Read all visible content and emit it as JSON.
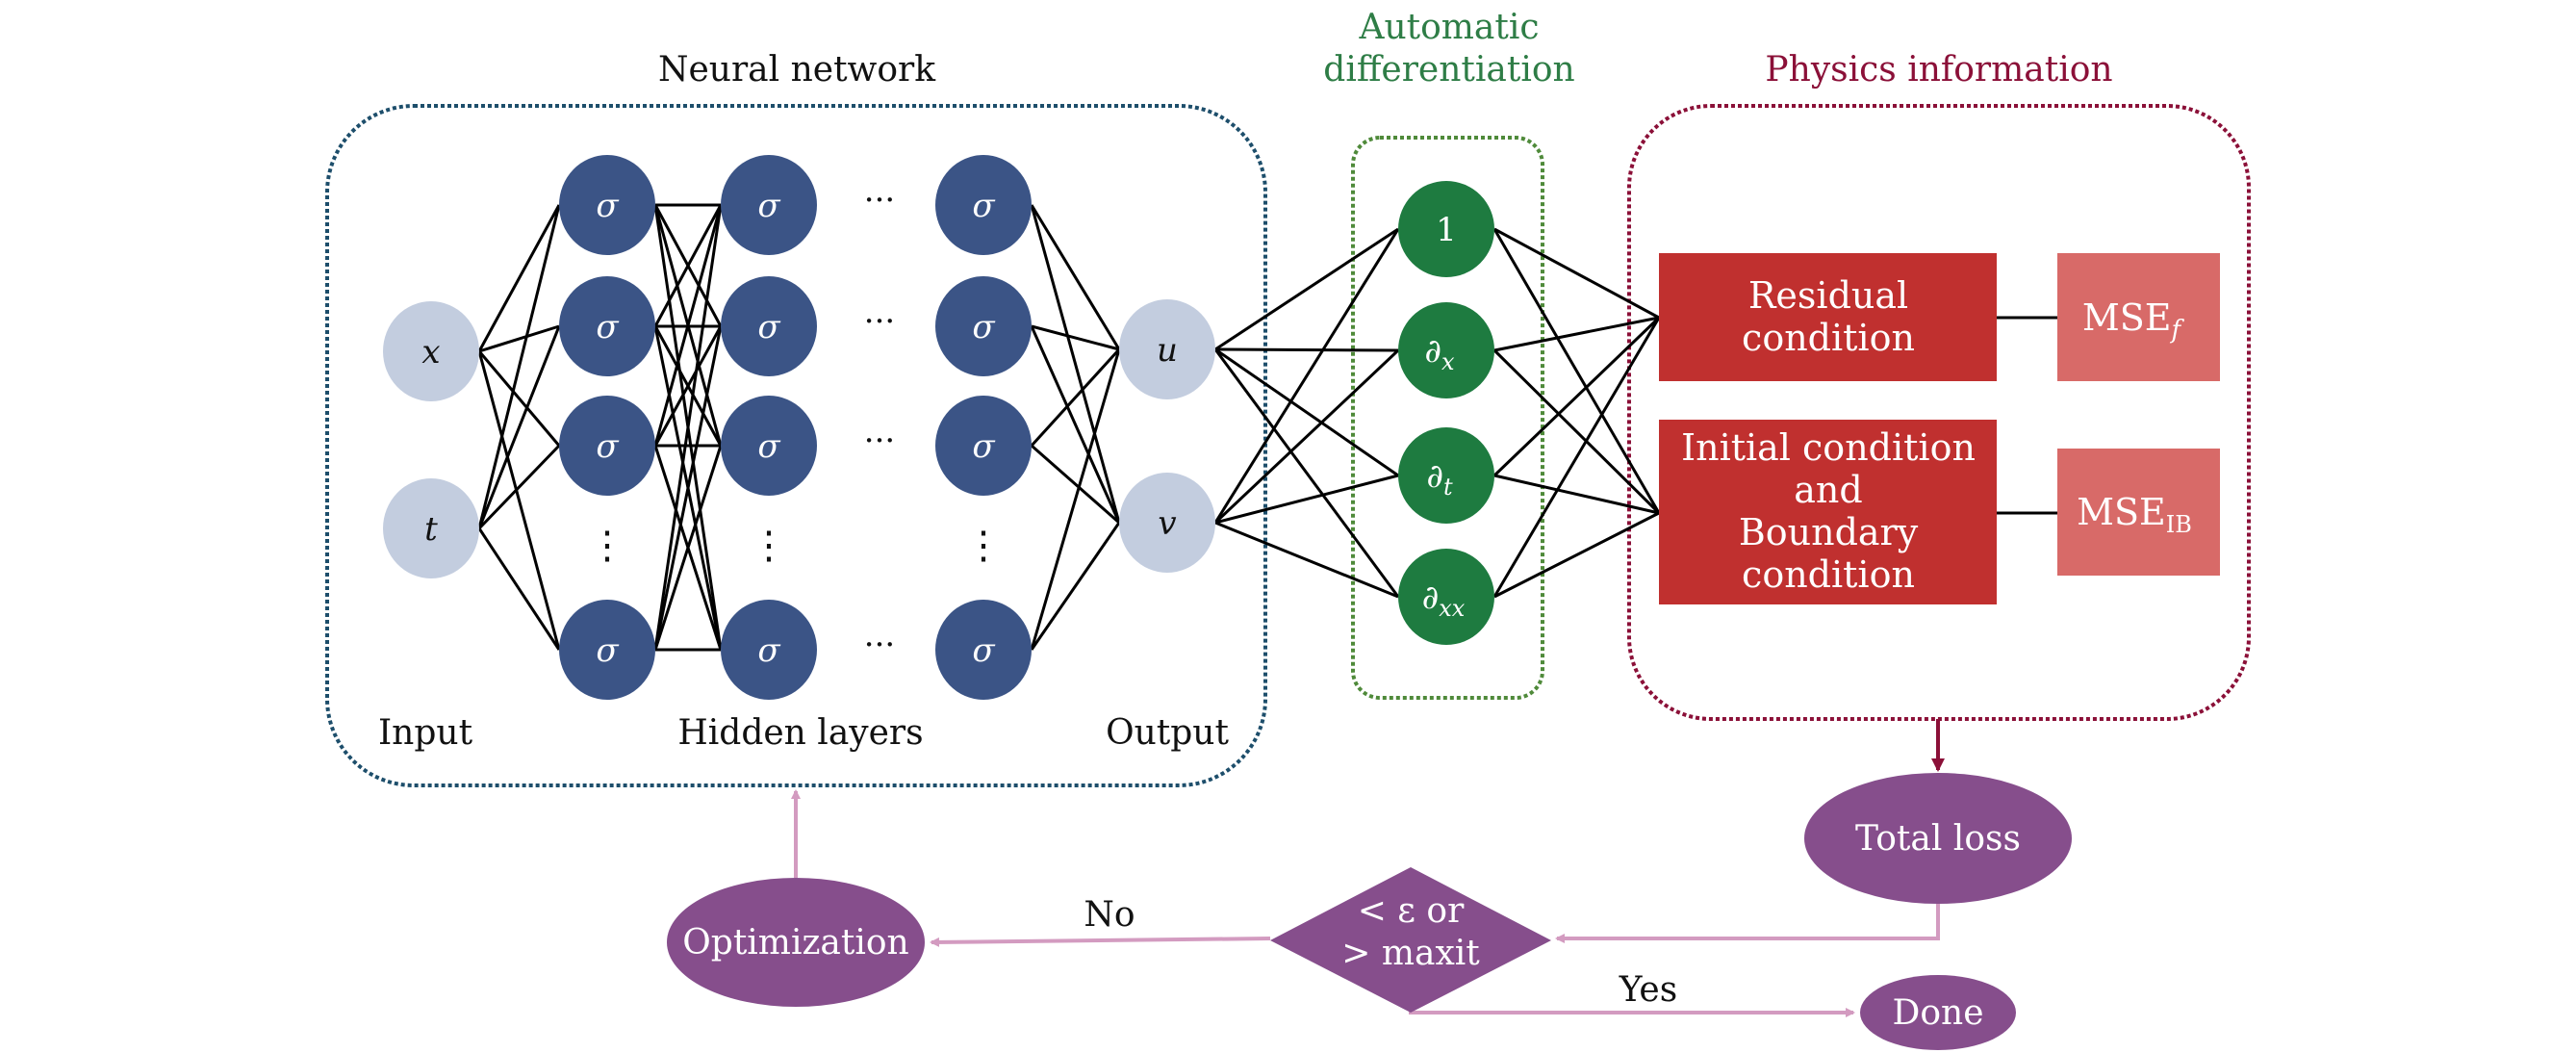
{
  "colors": {
    "input_node": "#c3cddf",
    "hidden_node": "#3b5486",
    "ad_node": "#1e7b40",
    "condition_box": "#c0302f",
    "mse_box": "#d86a68",
    "flow_node": "#864e8c",
    "flow_arrow": "#d39bc0",
    "loss_arrow": "#8b1038",
    "nn_border": "#1d4e6b",
    "ad_border": "#4f8a3a",
    "physics_border": "#8b1038",
    "ad_title": "#2e7d46",
    "physics_title": "#8b1038"
  },
  "titles": {
    "neural_network": "Neural network",
    "automatic_line1": "Automatic",
    "automatic_line2": "differentiation",
    "physics": "Physics information"
  },
  "network": {
    "labels": {
      "input": "Input",
      "hidden": "Hidden layers",
      "output": "Output"
    },
    "inputs": [
      "x",
      "t"
    ],
    "hidden_symbol": "σ",
    "hidden_dots_horizontal": "···",
    "hidden_dots_vertical": "⋮",
    "outputs": [
      "u",
      "v"
    ]
  },
  "autodiff": {
    "nodes": [
      "1",
      "∂x",
      "∂t",
      "∂xx"
    ],
    "node_main": [
      "1",
      "∂",
      "∂",
      "∂"
    ],
    "node_sub": [
      "",
      "x",
      "t",
      "xx"
    ]
  },
  "physics": {
    "residual": [
      "Residual",
      "condition"
    ],
    "initial_boundary": [
      "Initial condition",
      "and",
      "Boundary",
      "condition"
    ],
    "mse_f": {
      "main": "MSE",
      "sub": "f"
    },
    "mse_ib": {
      "main": "MSE",
      "sub": "IB"
    }
  },
  "flow": {
    "total_loss": "Total loss",
    "decision_line1": "< ε or",
    "decision_line2": "> maxit",
    "optimization": "Optimization",
    "done": "Done",
    "no_label": "No",
    "yes_label": "Yes"
  }
}
